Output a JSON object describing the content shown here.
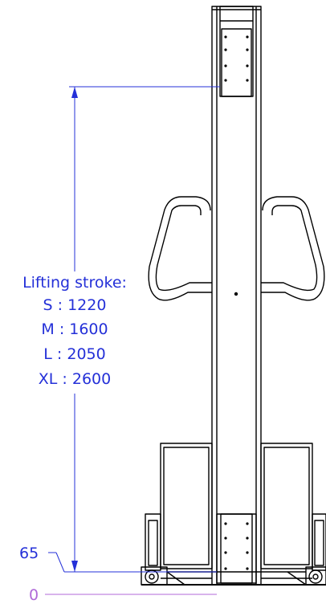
{
  "annotation": {
    "title": "Lifting stroke:",
    "sizes": [
      {
        "label": "S : 1220"
      },
      {
        "label": "M : 1600"
      },
      {
        "label": "L : 2050"
      },
      {
        "label": "XL : 2600"
      }
    ],
    "level_65": "65",
    "level_0": "0"
  },
  "colors": {
    "dimension": "#2430d8",
    "drawing": "#000000",
    "level_line": "#b06ad8"
  }
}
